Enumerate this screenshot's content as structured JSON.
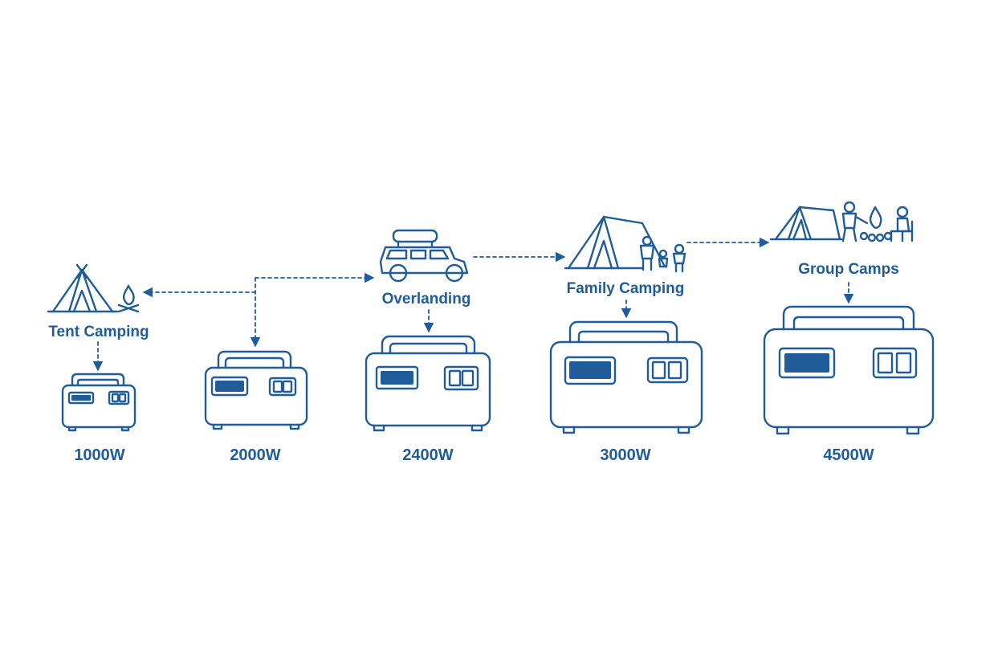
{
  "colors": {
    "primary": "#1f5c99",
    "background": "#ffffff"
  },
  "use_cases": [
    {
      "label": "Tent Camping",
      "icon": "teepee-campfire-icon"
    },
    {
      "label": "Overlanding",
      "icon": "suv-roof-box-icon"
    },
    {
      "label": "Family Camping",
      "icon": "tent-family-icon"
    },
    {
      "label": "Group Camps",
      "icon": "group-campfire-icon"
    }
  ],
  "power_stations": [
    {
      "wattage": "1000W"
    },
    {
      "wattage": "2000W"
    },
    {
      "wattage": "2400W"
    },
    {
      "wattage": "3000W"
    },
    {
      "wattage": "4500W"
    }
  ]
}
